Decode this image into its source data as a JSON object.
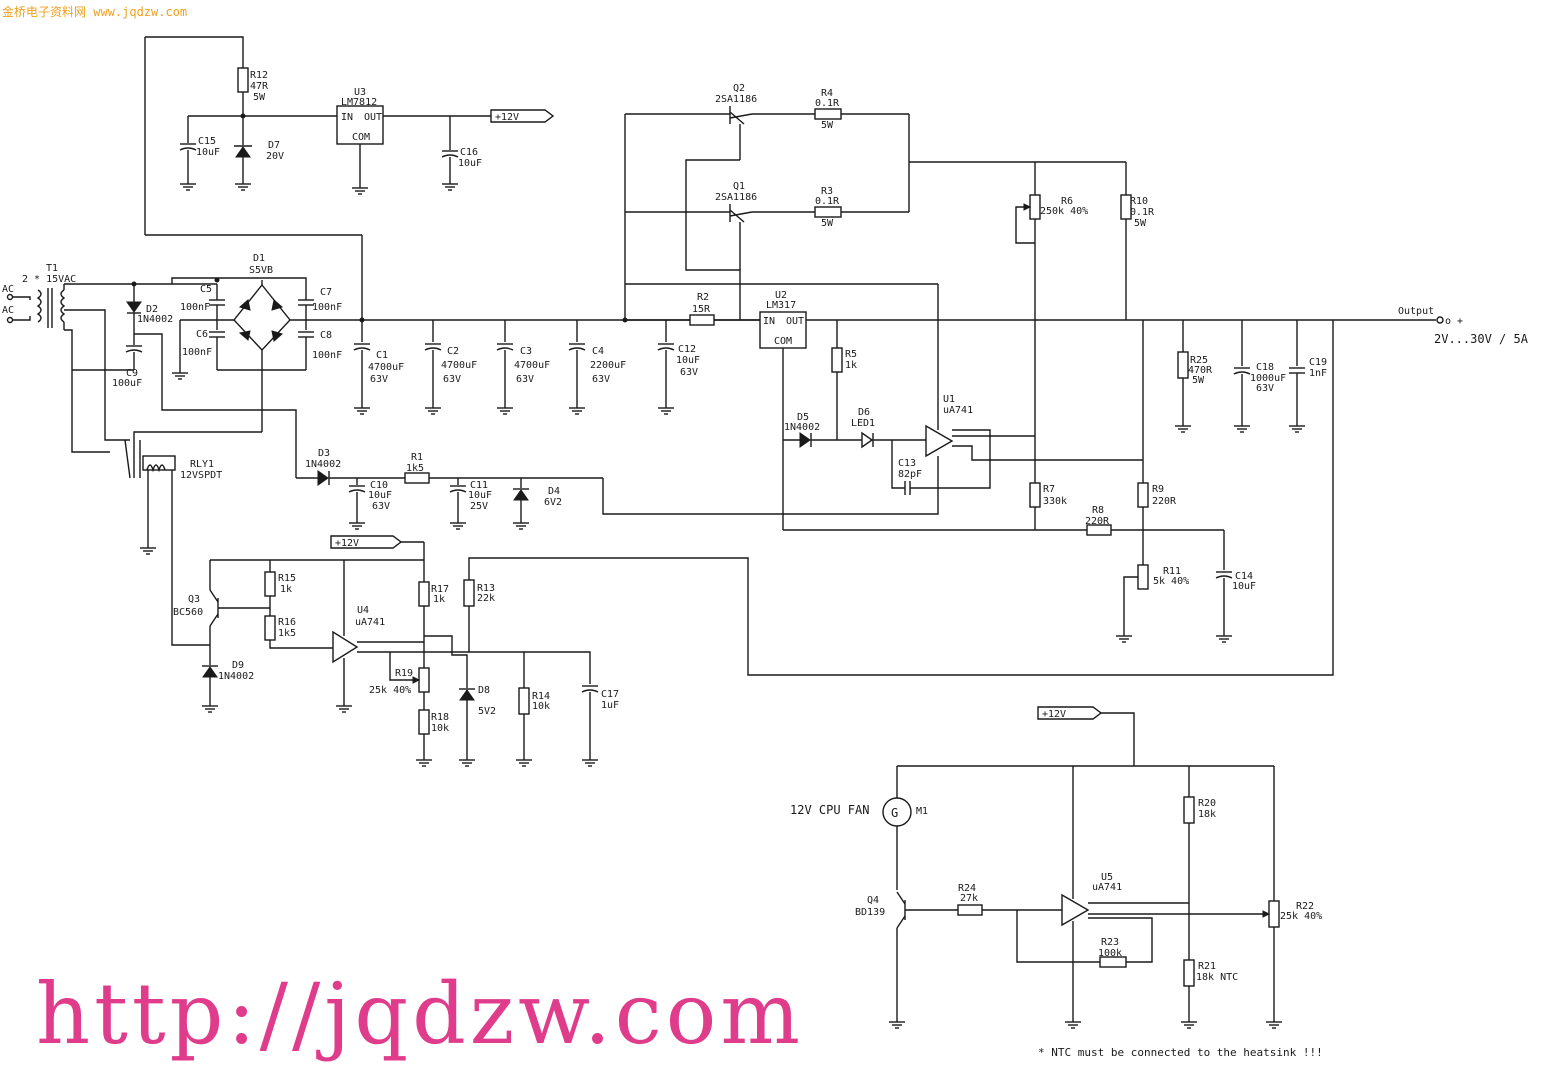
{
  "watermark": {
    "top_text": "金桥电子资料网 www.jqdzw.com",
    "url": "http://jqdzw.com",
    "colors": {
      "top": "#f0a020",
      "url": "#e03c8c"
    }
  },
  "note": "* NTC must be connected to the heatsink !!!",
  "output": {
    "label": "Output",
    "plus": "o +",
    "range": "2V...30V / 5A"
  },
  "nets": {
    "v12_a": "+12V",
    "v12_b": "+12V",
    "v12_c": "+12V"
  },
  "ac": {
    "in1": "AC",
    "in2": "AC"
  },
  "transformer": {
    "ref": "T1",
    "value": "2 * 15VAC"
  },
  "bridge": {
    "ref": "D1",
    "value": "S5VB"
  },
  "relay": {
    "ref": "RLY1",
    "value": "12VSPDT"
  },
  "fan": {
    "ref": "M1",
    "value": "12V CPU FAN"
  },
  "regulators": {
    "u3": {
      "ref": "U3",
      "value": "LM7812",
      "in": "IN",
      "out": "OUT",
      "com": "COM"
    },
    "u2": {
      "ref": "U2",
      "value": "LM317",
      "in": "IN",
      "out": "OUT",
      "com": "COM"
    }
  },
  "opamps": {
    "u1": {
      "ref": "U1",
      "value": "uA741"
    },
    "u4": {
      "ref": "U4",
      "value": "uA741"
    },
    "u5": {
      "ref": "U5",
      "value": "uA741"
    }
  },
  "transistors": {
    "q1": {
      "ref": "Q1",
      "value": "2SA1186"
    },
    "q2": {
      "ref": "Q2",
      "value": "2SA1186"
    },
    "q3": {
      "ref": "Q3",
      "value": "BC560"
    },
    "q4": {
      "ref": "Q4",
      "value": "BD139"
    }
  },
  "resistors": {
    "r1": {
      "ref": "R1",
      "value": "1k5"
    },
    "r2": {
      "ref": "R2",
      "value": "15R"
    },
    "r3": {
      "ref": "R3",
      "value": "0.1R",
      "power": "5W"
    },
    "r4": {
      "ref": "R4",
      "value": "0.1R",
      "power": "5W"
    },
    "r5": {
      "ref": "R5",
      "value": "1k"
    },
    "r6": {
      "ref": "R6",
      "value": "250k 40%"
    },
    "r7": {
      "ref": "R7",
      "value": "330k"
    },
    "r8": {
      "ref": "R8",
      "value": "220R"
    },
    "r9": {
      "ref": "R9",
      "value": "220R"
    },
    "r10": {
      "ref": "R10",
      "value": "0.1R",
      "power": "5W"
    },
    "r11": {
      "ref": "R11",
      "value": "5k 40%"
    },
    "r12": {
      "ref": "R12",
      "value": "47R",
      "power": "5W"
    },
    "r13": {
      "ref": "R13",
      "value": "22k"
    },
    "r14": {
      "ref": "R14",
      "value": "10k"
    },
    "r15": {
      "ref": "R15",
      "value": "1k"
    },
    "r16": {
      "ref": "R16",
      "value": "1k5"
    },
    "r17": {
      "ref": "R17",
      "value": "1k"
    },
    "r18": {
      "ref": "R18",
      "value": "10k"
    },
    "r19": {
      "ref": "R19",
      "value": "25k 40%"
    },
    "r20": {
      "ref": "R20",
      "value": "18k"
    },
    "r21": {
      "ref": "R21",
      "value": "18k NTC"
    },
    "r22": {
      "ref": "R22",
      "value": "25k 40%"
    },
    "r23": {
      "ref": "R23",
      "value": "100k"
    },
    "r24": {
      "ref": "R24",
      "value": "27k"
    },
    "r25": {
      "ref": "R25",
      "value": "470R",
      "power": "5W"
    }
  },
  "capacitors": {
    "c1": {
      "ref": "C1",
      "value": "4700uF",
      "voltage": "63V"
    },
    "c2": {
      "ref": "C2",
      "value": "4700uF",
      "voltage": "63V"
    },
    "c3": {
      "ref": "C3",
      "value": "4700uF",
      "voltage": "63V"
    },
    "c4": {
      "ref": "C4",
      "value": "2200uF",
      "voltage": "63V"
    },
    "c5": {
      "ref": "C5",
      "value": "100nF"
    },
    "c6": {
      "ref": "C6",
      "value": "100nF"
    },
    "c7": {
      "ref": "C7",
      "value": "100nF"
    },
    "c8": {
      "ref": "C8",
      "value": "100nF"
    },
    "c9": {
      "ref": "C9",
      "value": "100uF"
    },
    "c10": {
      "ref": "C10",
      "value": "10uF",
      "voltage": "63V"
    },
    "c11": {
      "ref": "C11",
      "value": "10uF",
      "voltage": "25V"
    },
    "c12": {
      "ref": "C12",
      "value": "10uF",
      "voltage": "63V"
    },
    "c13": {
      "ref": "C13",
      "value": "82pF"
    },
    "c14": {
      "ref": "C14",
      "value": "10uF"
    },
    "c15": {
      "ref": "C15",
      "value": "10uF"
    },
    "c16": {
      "ref": "C16",
      "value": "10uF"
    },
    "c17": {
      "ref": "C17",
      "value": "1uF"
    },
    "c18": {
      "ref": "C18",
      "value": "1000uF",
      "voltage": "63V"
    },
    "c19": {
      "ref": "C19",
      "value": "1nF"
    }
  },
  "diodes": {
    "d2": {
      "ref": "D2",
      "value": "1N4002"
    },
    "d3": {
      "ref": "D3",
      "value": "1N4002"
    },
    "d4": {
      "ref": "D4",
      "value": "6V2"
    },
    "d5": {
      "ref": "D5",
      "value": "1N4002"
    },
    "d6": {
      "ref": "D6",
      "value": "LED1"
    },
    "d7": {
      "ref": "D7",
      "value": "20V"
    },
    "d8": {
      "ref": "D8",
      "value": "5V2"
    },
    "d9": {
      "ref": "D9",
      "value": "1N4002"
    }
  }
}
